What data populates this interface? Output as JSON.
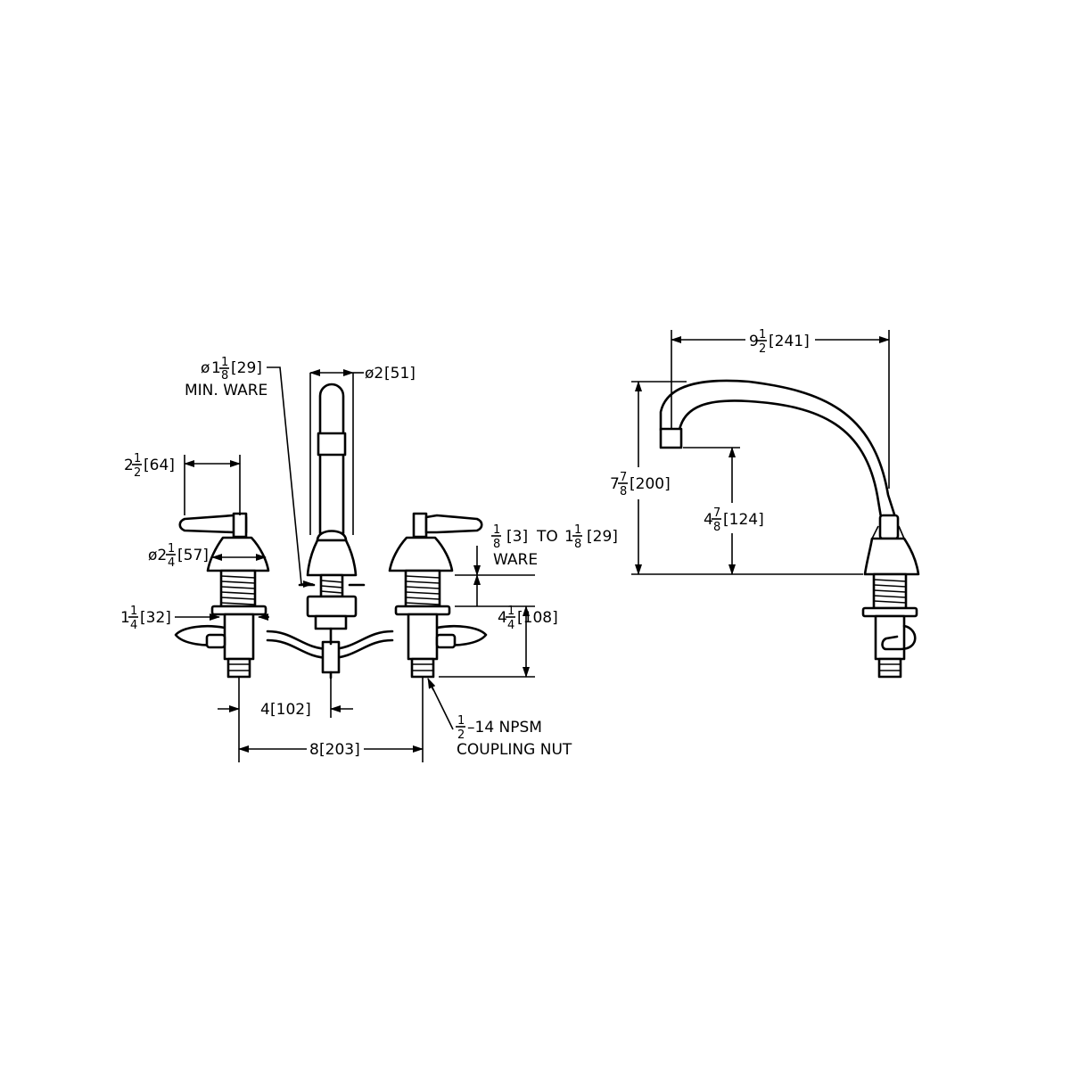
{
  "views": {
    "front": {
      "spout_dia": {
        "prefix": "ø2",
        "mm": "[51]"
      },
      "mount_hole_min": {
        "symbol": "ø",
        "whole": "1",
        "num": "1",
        "den": "8",
        "mm": "[29]",
        "note": "MIN. WARE"
      },
      "handle_length": {
        "whole": "2",
        "num": "1",
        "den": "2",
        "mm": "[64]"
      },
      "body_dia": {
        "prefix": "ø2",
        "num": "1",
        "den": "4",
        "mm": "[57]"
      },
      "shank_thread": {
        "whole": "1",
        "num": "1",
        "den": "4",
        "mm": "[32]"
      },
      "ware_min": {
        "num": "1",
        "den": "8",
        "mm": "[3]"
      },
      "ware_to": "TO",
      "ware_max": {
        "whole": "1",
        "num": "1",
        "den": "8",
        "mm": "[29]"
      },
      "ware_label": "WARE",
      "shank_height": {
        "whole": "4",
        "num": "1",
        "den": "4",
        "mm": "[108]"
      },
      "center_offset": {
        "value": "4",
        "mm": "[102]"
      },
      "center_spread": {
        "value": "8",
        "mm": "[203]"
      },
      "coupling": {
        "num": "1",
        "den": "2",
        "spec": "–14 NPSM",
        "line2": "COUPLING NUT"
      }
    },
    "side": {
      "spout_reach": {
        "whole": "9",
        "num": "1",
        "den": "2",
        "mm": "[241]"
      },
      "overall_height": {
        "whole": "7",
        "num": "7",
        "den": "8",
        "mm": "[200]"
      },
      "spout_clearance": {
        "whole": "4",
        "num": "7",
        "den": "8",
        "mm": "[124]"
      }
    }
  }
}
